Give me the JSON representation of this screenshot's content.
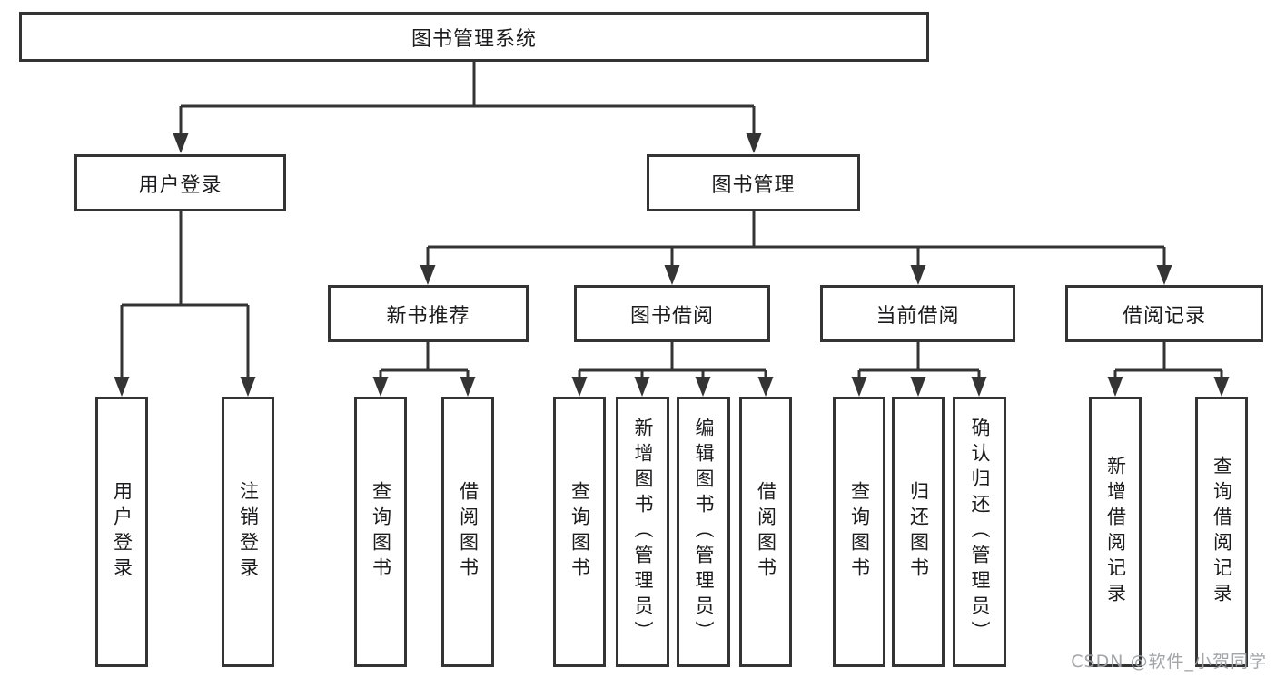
{
  "diagram": {
    "title": "图书管理系统",
    "level2": [
      {
        "label": "用户登录",
        "children": [
          "用户登录",
          "注销登录"
        ]
      },
      {
        "label": "图书管理",
        "sections": [
          {
            "label": "新书推荐",
            "children": [
              "查询图书",
              "借阅图书"
            ]
          },
          {
            "label": "图书借阅",
            "children": [
              "查询图书",
              "新增图书（管理员）",
              "编辑图书（管理员）",
              "借阅图书"
            ]
          },
          {
            "label": "当前借阅",
            "children": [
              "查询图书",
              "归还图书",
              "确认归还（管理员）"
            ]
          },
          {
            "label": "借阅记录",
            "children": [
              "新增借阅记录",
              "查询借阅记录"
            ]
          }
        ]
      }
    ]
  },
  "watermark": {
    "text": "CSDN @软件_小贺同学"
  },
  "colors": {
    "line": "#343434",
    "text": "#1c1c1e",
    "watermark": "#9ea0a3",
    "background": "#ffffff"
  }
}
